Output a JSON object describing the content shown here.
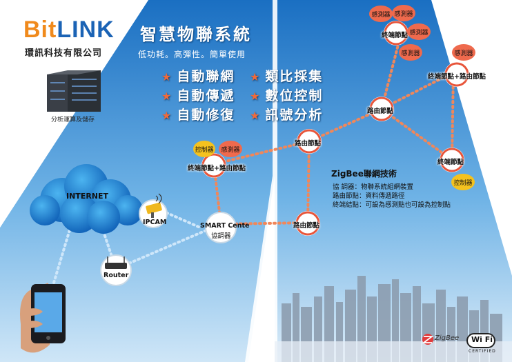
{
  "brand": {
    "logo_part1": "Bit",
    "logo_part2": "LINK",
    "company": "環訊科技有限公司"
  },
  "header": {
    "title": "智慧物聯系統",
    "subtitle": "低功耗。高彈性。簡單使用"
  },
  "features": [
    {
      "label": "自動聯網"
    },
    {
      "label": "類比採集"
    },
    {
      "label": "自動傳遞"
    },
    {
      "label": "數位控制"
    },
    {
      "label": "自動修復"
    },
    {
      "label": "訊號分析"
    }
  ],
  "server": {
    "label": "分析運算及儲存"
  },
  "network": {
    "internet": "INTERNET",
    "ipcam": "IPCAM",
    "router": "Router",
    "coordinator_line1": "SMART Cente",
    "coordinator_line2": "協調器"
  },
  "nodes": {
    "end_left": "終端節點+路由節點",
    "router_mid": "路由節點",
    "router_center": "路由節點",
    "router_bottom": "路由節點",
    "end_top": "終端節點",
    "end_right_top": "終端節點+路由節點",
    "end_right": "終端節點"
  },
  "badges": {
    "controller": "控制器",
    "sensor": "感測器"
  },
  "zigbee": {
    "title": "ZigBee聯網技術",
    "lines": [
      "協 調器：物聯系統組網裝置",
      "路由節點：資料傳遞路徑",
      "終端結點：可設為感測點也可設為控制點"
    ]
  },
  "certs": {
    "zigbee": "ZigBee",
    "wifi": "Wi Fi",
    "wifi_sub": "CERTIFIED"
  },
  "colors": {
    "orange": "#f08a1c",
    "blue": "#1b63b5",
    "sky_top": "#1f78c8",
    "node_red": "#e8553a",
    "badge_red": "#ef6a4d",
    "badge_yellow": "#f4c21f"
  }
}
